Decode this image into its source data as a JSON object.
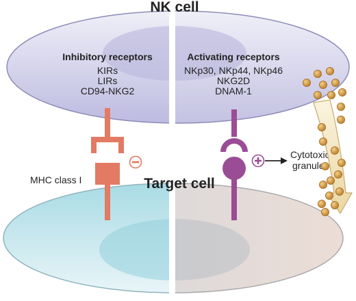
{
  "nk_cell": {
    "title": "NK cell",
    "inhibitory": {
      "heading": "Inhibitory receptors",
      "items": [
        "KIRs",
        "LIRs",
        "CD94-NKG2"
      ]
    },
    "activating": {
      "heading": "Activating receptors",
      "items": [
        "NKp30, NKp44, NKp46",
        "NKG2D",
        "DNAM-1"
      ]
    }
  },
  "target_cell": {
    "title": "Target cell"
  },
  "labels": {
    "mhc": "MHC class I",
    "minus": "−",
    "plus": "+",
    "granules": [
      "Cytotoxic",
      "granules"
    ]
  },
  "colors": {
    "nk_membrane": "#9a98c4",
    "nk_fill": "#d8d8ee",
    "target_fill": "#c6e7ee",
    "inhibitory": "#e37a63",
    "activating": "#9a4c95",
    "granule": "#d9a450",
    "arrow_fill": "#f3e7c3"
  }
}
